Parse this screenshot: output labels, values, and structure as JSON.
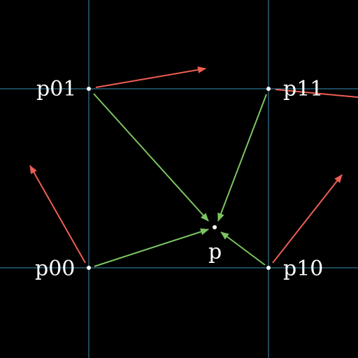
{
  "colors": {
    "background": "#000000",
    "grid": "#3c8fb4",
    "gradient_arrow": "#ee5e52",
    "offset_arrow": "#7cc462",
    "point": "#ffffff",
    "text": "#ffffff"
  },
  "grid_points": {
    "p00": "p00",
    "p10": "p10",
    "p01": "p01",
    "p11": "p11"
  },
  "sample_point": "p"
}
